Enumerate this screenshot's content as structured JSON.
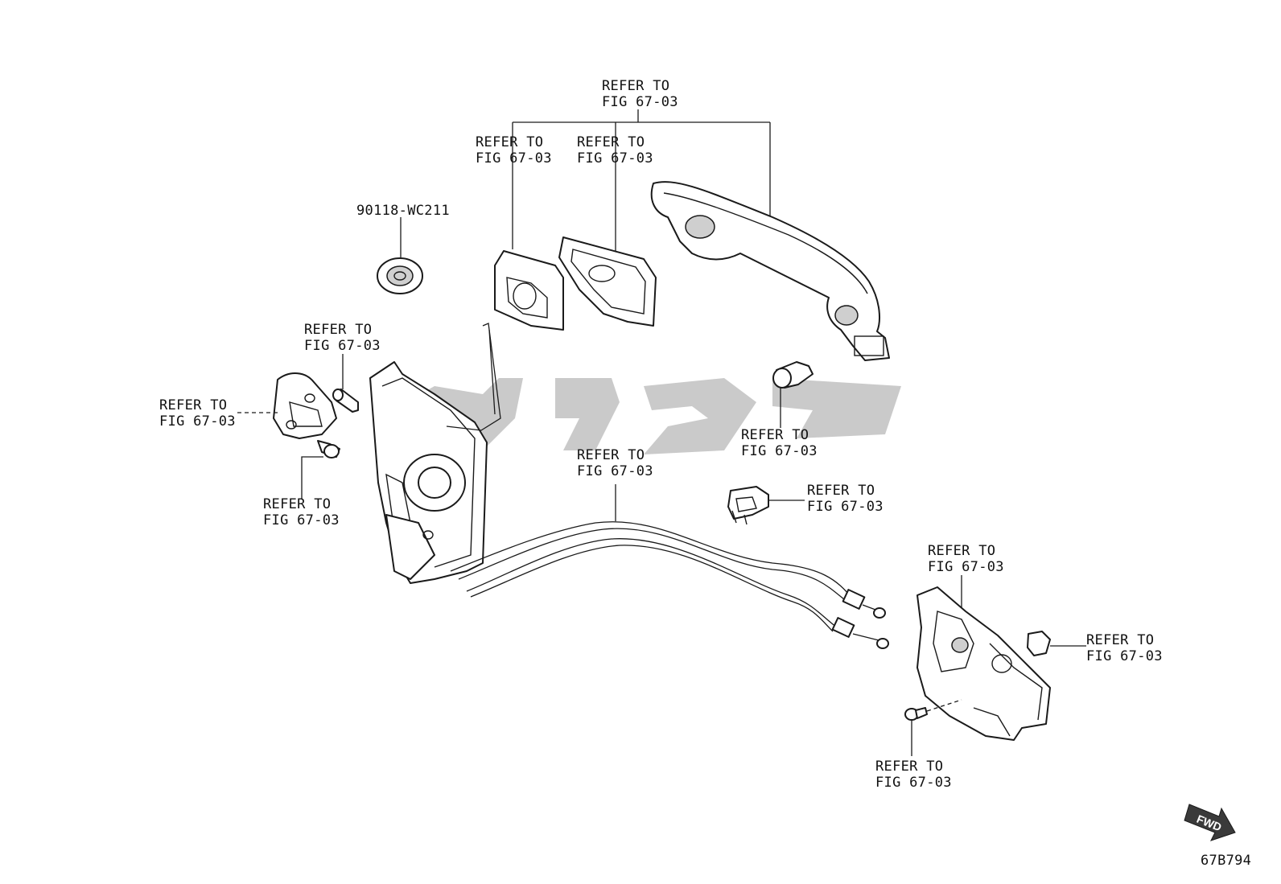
{
  "diagram": {
    "labels": {
      "top_group": [
        "REFER TO",
        "FIG 67-03"
      ],
      "gasket_left": [
        "REFER TO",
        "FIG 67-03"
      ],
      "gasket_right": [
        "REFER TO",
        "FIG 67-03"
      ],
      "plug_part": [
        "90118-WC211"
      ],
      "lock_bolt_top": [
        "REFER TO",
        "FIG 67-03"
      ],
      "striker": [
        "REFER TO",
        "FIG 67-03"
      ],
      "striker_screw": [
        "REFER TO",
        "FIG 67-03"
      ],
      "cable": [
        "REFER TO",
        "FIG 67-03"
      ],
      "bolt_right": [
        "REFER TO",
        "FIG 67-03"
      ],
      "clip": [
        "REFER TO",
        "FIG 67-03"
      ],
      "inside_handle": [
        "REFER TO",
        "FIG 67-03"
      ],
      "cap": [
        "REFER TO",
        "FIG 67-03"
      ],
      "handle_screw": [
        "REFER TO",
        "FIG 67-03"
      ]
    },
    "fwd_arrow": "FWD",
    "figure_code": "67B794"
  }
}
